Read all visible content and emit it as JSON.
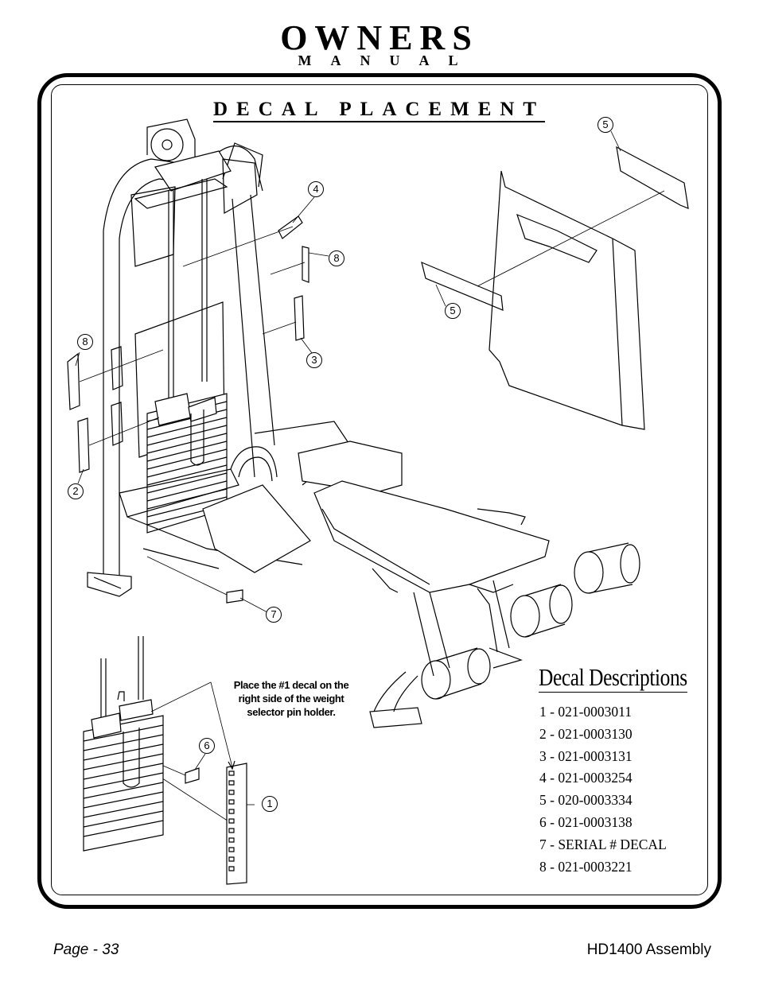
{
  "header": {
    "title": "OWNERS",
    "subtitle": "MANUAL"
  },
  "section_title": "DECAL PLACEMENT",
  "callouts": {
    "c5_top": "5",
    "c4": "4",
    "c8_right": "8",
    "c5_mid": "5",
    "c8_left": "8",
    "c3": "3",
    "c2": "2",
    "c7": "7",
    "c6": "6",
    "c1": "1"
  },
  "note": "Place the #1 decal on the right side of the weight selector pin holder.",
  "decal_descriptions": {
    "title": "Decal Descriptions",
    "items": [
      "1 - 021-0003011",
      "2 - 021-0003130",
      "3 - 021-0003131",
      "4 - 021-0003254",
      "5 - 020-0003334",
      "6 - 021-0003138",
      "7 - SERIAL # DECAL",
      "8 - 021-0003221"
    ]
  },
  "footer": {
    "page": "Page - 33",
    "doc": "HD1400 Assembly"
  }
}
